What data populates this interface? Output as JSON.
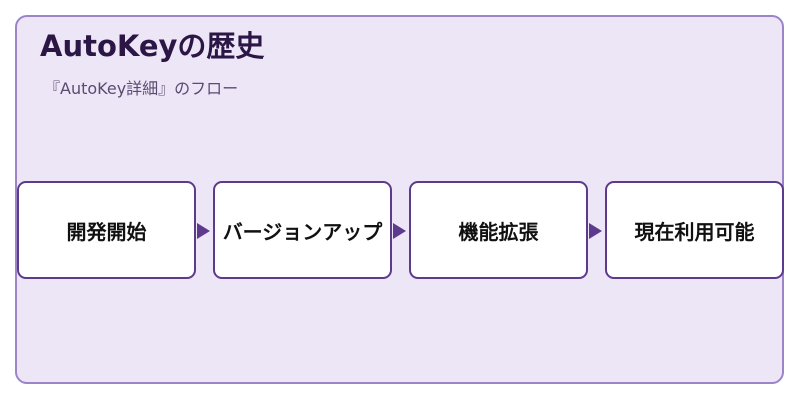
{
  "header": {
    "title": "AutoKeyの歴史",
    "subtitle": "『AutoKey詳細』のフロー"
  },
  "flow": {
    "steps": [
      {
        "label": "開発開始"
      },
      {
        "label": "バージョンアップ"
      },
      {
        "label": "機能拡張"
      },
      {
        "label": "現在利用可能"
      }
    ]
  },
  "colors": {
    "background": "#ede6f6",
    "frame_border": "#9c84c8",
    "node_border": "#5d3a8c",
    "arrow": "#5d3a8c",
    "title_text": "#2b1645"
  }
}
